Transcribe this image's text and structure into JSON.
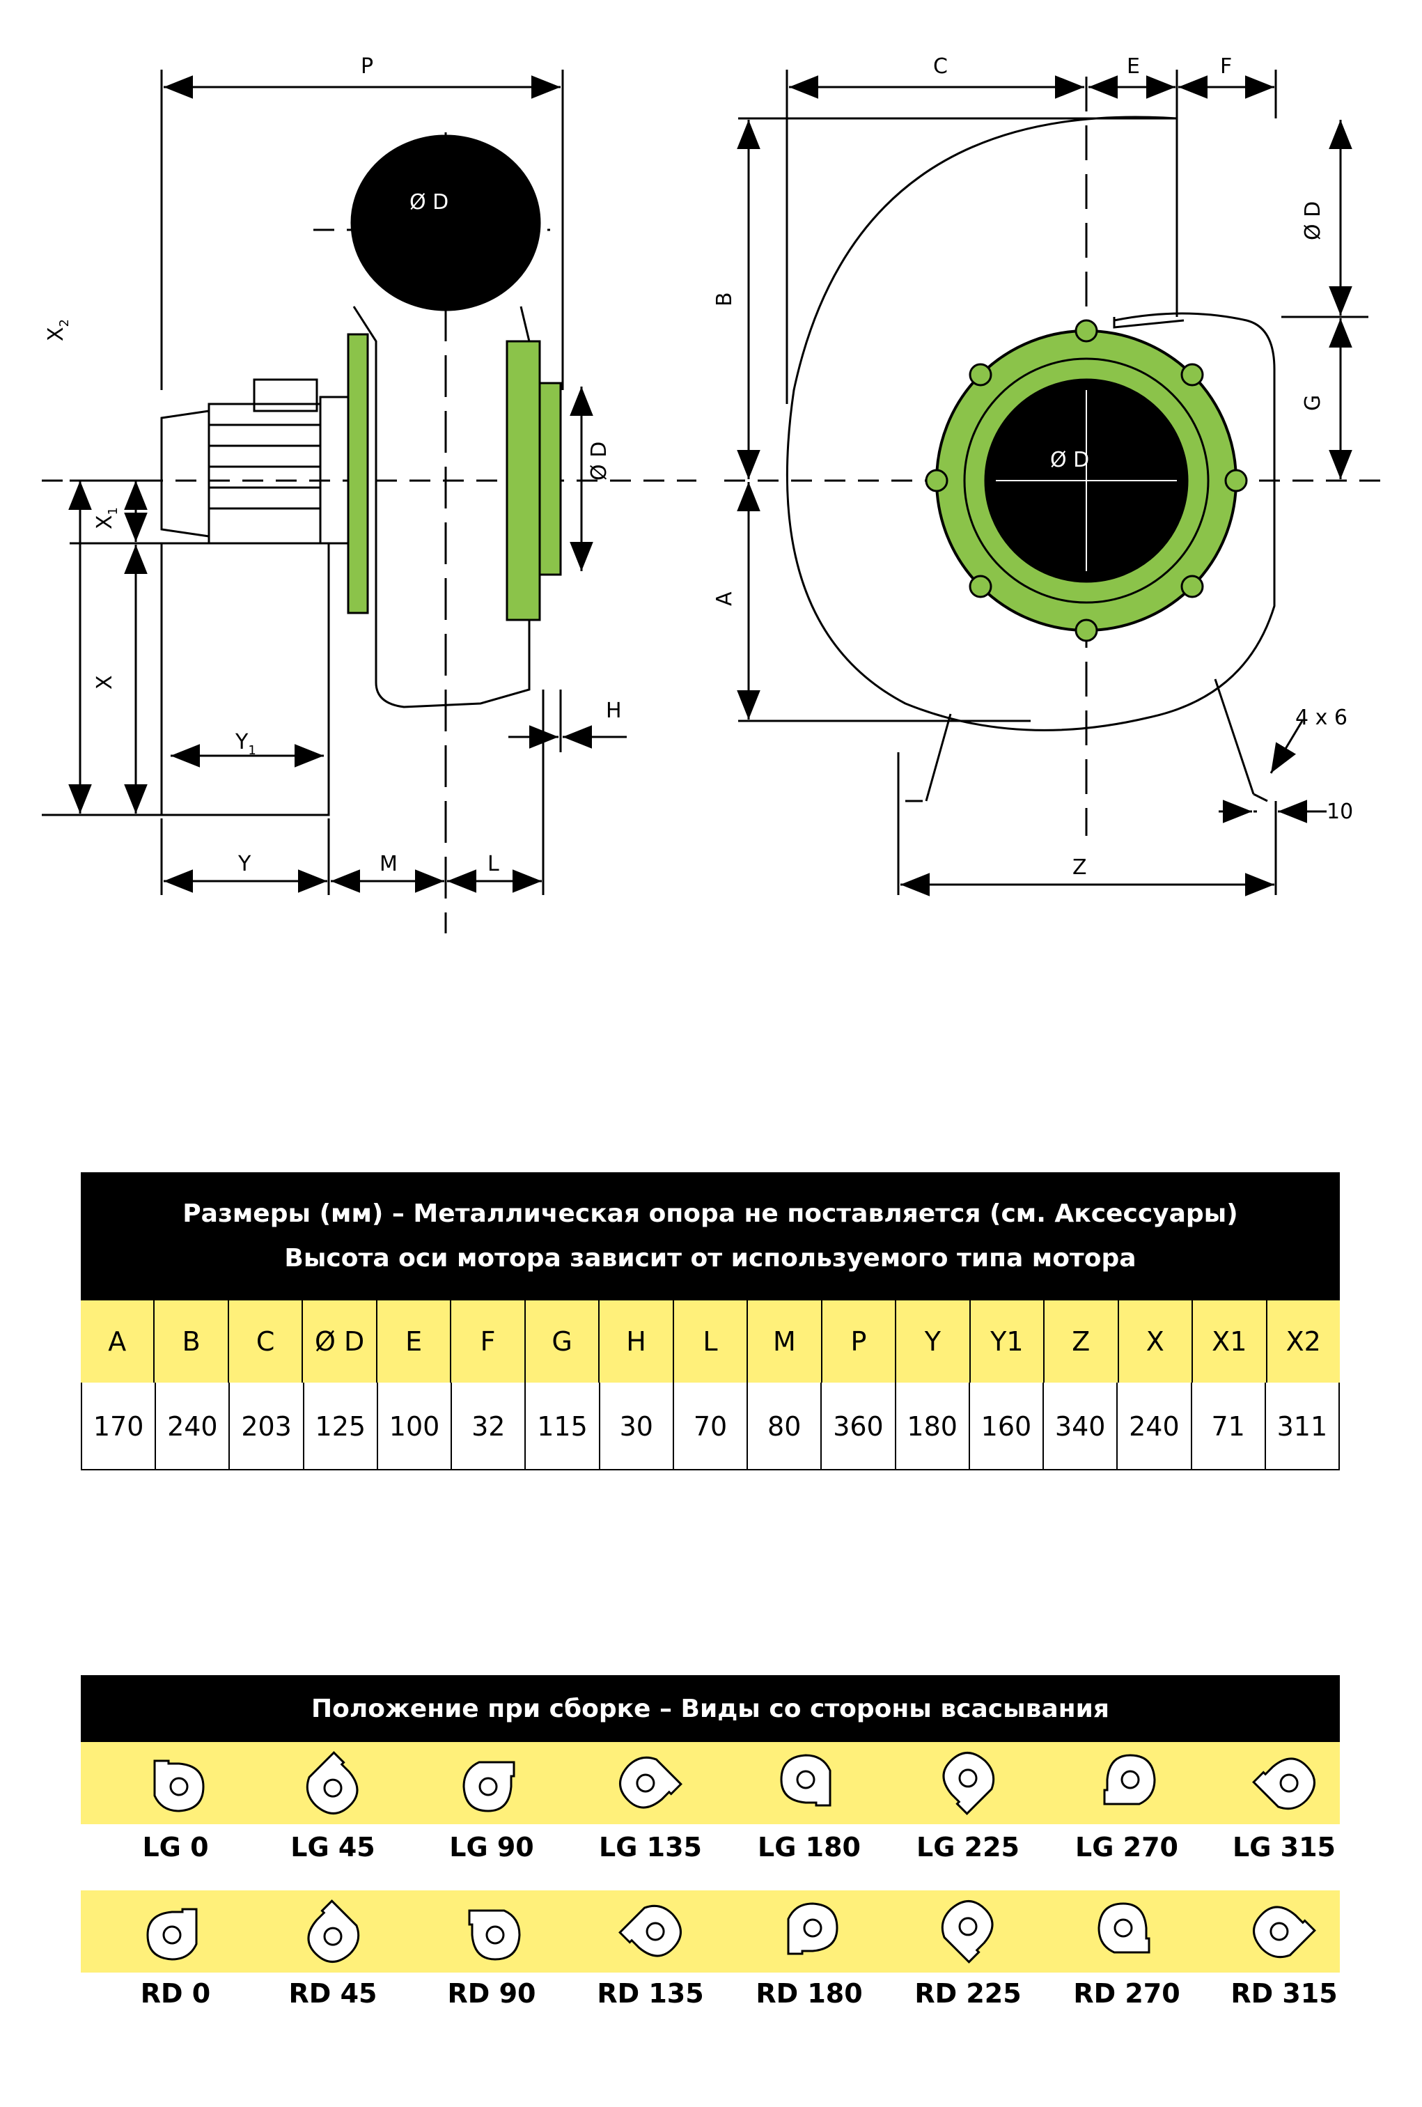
{
  "drawing_labels": {
    "P": "P",
    "C": "C",
    "E": "E",
    "F": "F",
    "B": "B",
    "A": "A",
    "G": "G",
    "Z": "Z",
    "X": "X",
    "X1": "X",
    "X1_sub": "1",
    "X2": "X",
    "X2_sub": "2",
    "Y": "Y",
    "Y1": "Y",
    "Y1_sub": "1",
    "M": "M",
    "L": "L",
    "H": "H",
    "D_diam": "Ø  D",
    "D_side_inlet": "Ø D",
    "D_right_top": "Ø D",
    "D_front": "Ø  D",
    "holes": "4 x 6",
    "ten": "10"
  },
  "colors": {
    "accent_green": "#8bc34a",
    "table_yellow": "#fff07a",
    "header_black": "#000000"
  },
  "dimensions_table": {
    "title_line1": "Размеры (мм) – Металлическая опора не поставляется (см. Аксессуары)",
    "title_line2": "Высота оси мотора зависит от используемого типа мотора",
    "headers": [
      "A",
      "B",
      "C",
      "Ø D",
      "E",
      "F",
      "G",
      "H",
      "L",
      "M",
      "P",
      "Y",
      "Y1",
      "Z",
      "X",
      "X1",
      "X2"
    ],
    "values": [
      "170",
      "240",
      "203",
      "125",
      "100",
      "32",
      "115",
      "30",
      "70",
      "80",
      "360",
      "180",
      "160",
      "340",
      "240",
      "71",
      "311"
    ]
  },
  "positions": {
    "title": "Положение при сборке – Виды со стороны всасывания",
    "lg": [
      "LG 0",
      "LG 45",
      "LG 90",
      "LG 135",
      "LG 180",
      "LG 225",
      "LG 270",
      "LG 315"
    ],
    "rd": [
      "RD 0",
      "RD 45",
      "RD 90",
      "RD 135",
      "RD 180",
      "RD 225",
      "RD 270",
      "RD 315"
    ]
  }
}
